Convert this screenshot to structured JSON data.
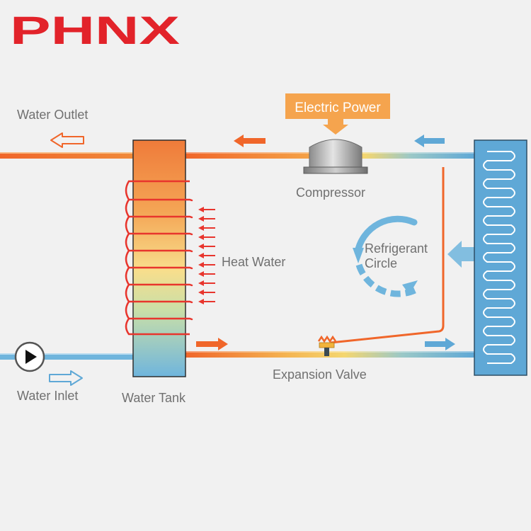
{
  "brand": {
    "logo_text": "PHNX",
    "color": "#e2232a"
  },
  "labels": {
    "water_outlet": "Water Outlet",
    "electric_power": "Electric Power",
    "compressor": "Compressor",
    "heat_water": "Heat Water",
    "refrigerant_circle_line1": "Refrigerant",
    "refrigerant_circle_line2": "Circle",
    "water_inlet": "Water Inlet",
    "water_tank": "Water Tank",
    "expansion_valve": "Expansion Valve"
  },
  "colors": {
    "hot": "#f0662a",
    "warm": "#f7c84a",
    "cold": "#5fa8d6",
    "tank_top": "#ef7b3a",
    "tank_mid": "#f7dc86",
    "tank_bottom": "#6fb5dd",
    "power_badge": "#f5a44e",
    "coil": "#e8352d"
  },
  "icons": {
    "pump": "play-circle-icon",
    "outlet_arrow": "arrow-left-outline-icon",
    "inlet_arrow": "arrow-right-outline-icon"
  }
}
